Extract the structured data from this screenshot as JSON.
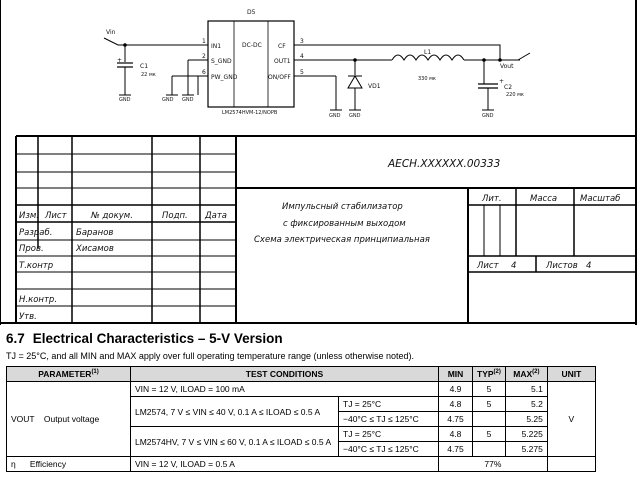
{
  "schematic": {
    "labels": {
      "d5": "D5",
      "vin": "Vin",
      "vout": "Vout",
      "c1": "C1",
      "c1_val": "22 мк",
      "c2": "C2",
      "c2_val": "220 мк",
      "l1": "L1",
      "l1_val": "330 мк",
      "vd1": "VD1",
      "ic_part": "LM2574HVM-12/NOPB",
      "ic_center": "DC-DC",
      "gnd": "GND"
    },
    "pins_left": [
      {
        "num": "1",
        "name": "IN1"
      },
      {
        "num": "2",
        "name": "S_GND"
      },
      {
        "num": "6",
        "name": "PW_GND"
      }
    ],
    "pins_right": [
      {
        "num": "3",
        "name": "CF"
      },
      {
        "num": "4",
        "name": "OUT1"
      },
      {
        "num": "5",
        "name": "ON/OFF"
      }
    ]
  },
  "title_block": {
    "doc_code": "АЕСН.XXXXXX.00333",
    "title_lines": [
      "Импульсный стабилизатор",
      "с фиксированным выходом",
      "Схема электрическая принципиальная"
    ],
    "headers": [
      "Изм.",
      "Лист",
      "№ докум.",
      "Подп.",
      "Дата"
    ],
    "rows": [
      {
        "role": "Разраб.",
        "name": "Баранов"
      },
      {
        "role": "Пров.",
        "name": "Хисамов"
      },
      {
        "role": "Т.контр",
        "name": ""
      },
      {
        "role": "",
        "name": ""
      },
      {
        "role": "Н.контр.",
        "name": ""
      },
      {
        "role": "Утв.",
        "name": ""
      }
    ],
    "lit": "Лит.",
    "massa": "Масса",
    "masshtab": "Масштаб",
    "sheet_label": "Лист",
    "sheet_val": "4",
    "sheets_label": "Листов",
    "sheets_val": "4"
  },
  "section": {
    "number": "6.7",
    "title": "Electrical Characteristics – 5-V Version"
  },
  "note": "TJ = 25°C, and all MIN and MAX apply over full operating temperature range (unless otherwise noted).",
  "table": {
    "headers": {
      "param": "PARAMETER",
      "param_sup": "(1)",
      "cond": "TEST CONDITIONS",
      "min": "MIN",
      "typ": "TYP",
      "typ_sup": "(2)",
      "max": "MAX",
      "max_sup": "(2)",
      "unit": "UNIT"
    },
    "vout_symbol": "VOUT",
    "vout_name": "Output voltage",
    "vout_unit": "V",
    "row1": {
      "cond": "VIN = 12 V, ILOAD = 100 mA",
      "min": "4.9",
      "typ": "5",
      "max": "5.1"
    },
    "lm2574_cond": "LM2574, 7 V ≤ VIN ≤ 40 V, 0.1 A ≤ ILOAD ≤ 0.5 A",
    "lm2574_rows": [
      {
        "temp": "TJ = 25°C",
        "min": "4.8",
        "typ": "5",
        "max": "5.2"
      },
      {
        "temp": "−40°C ≤ TJ ≤ 125°C",
        "min": "4.75",
        "typ": "",
        "max": "5.25"
      }
    ],
    "lm2574hv_cond": "LM2574HV, 7 V ≤ VIN ≤ 60 V, 0.1 A ≤ ILOAD ≤ 0.5 A",
    "lm2574hv_rows": [
      {
        "temp": "TJ = 25°C",
        "min": "4.8",
        "typ": "5",
        "max": "5.225"
      },
      {
        "temp": "−40°C ≤ TJ ≤ 125°C",
        "min": "4.75",
        "typ": "",
        "max": "5.275"
      }
    ],
    "eff": {
      "symbol": "η",
      "name": "Efficiency",
      "cond": "VIN = 12 V, ILOAD = 0.5 A",
      "typ": "77%"
    }
  }
}
